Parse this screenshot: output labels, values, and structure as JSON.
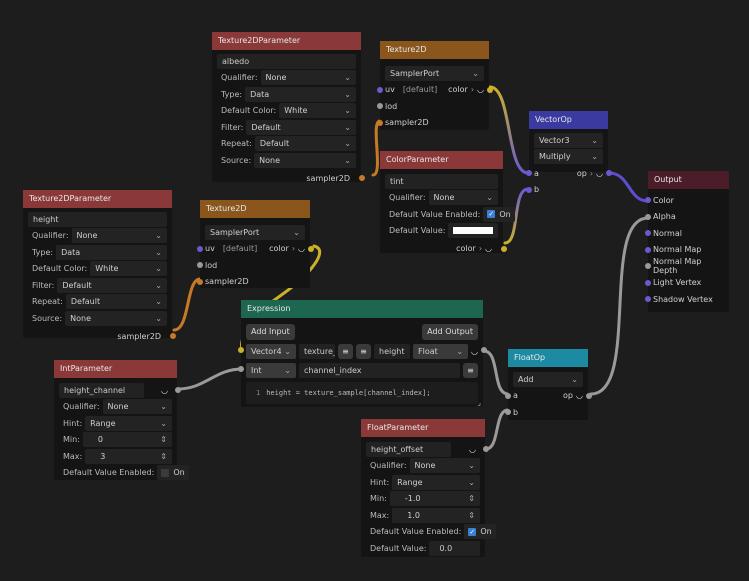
{
  "port_colors": {
    "purple": "#6a5acd",
    "gray": "#9a9a9a",
    "orange": "#c77a26",
    "yellow": "#c9b22a"
  },
  "nodes": {
    "tex_param_a": {
      "title": "Texture2DParameter",
      "color": "#8a3838",
      "name": "albedo",
      "rows": [
        {
          "label": "Qualifier:",
          "value": "None"
        },
        {
          "label": "Type:",
          "value": "Data"
        },
        {
          "label": "Default Color:",
          "value": "White"
        },
        {
          "label": "Filter:",
          "value": "Default"
        },
        {
          "label": "Repeat:",
          "value": "Default"
        },
        {
          "label": "Source:",
          "value": "None"
        }
      ],
      "output": "sampler2D"
    },
    "tex_param_b": {
      "title": "Texture2DParameter",
      "color": "#8a3838",
      "name": "height",
      "rows": [
        {
          "label": "Qualifier:",
          "value": "None"
        },
        {
          "label": "Type:",
          "value": "Data"
        },
        {
          "label": "Default Color:",
          "value": "White"
        },
        {
          "label": "Filter:",
          "value": "Default"
        },
        {
          "label": "Repeat:",
          "value": "Default"
        },
        {
          "label": "Source:",
          "value": "None"
        }
      ],
      "output": "sampler2D"
    },
    "tex_a": {
      "title": "Texture2D",
      "color": "#8a561c",
      "mode": "SamplerPort",
      "uv": "uv",
      "uv_default": "[default]",
      "out": "color",
      "lod": "lod",
      "sampler": "sampler2D"
    },
    "tex_b": {
      "title": "Texture2D",
      "color": "#8a561c",
      "mode": "SamplerPort",
      "uv": "uv",
      "uv_default": "[default]",
      "out": "color",
      "lod": "lod",
      "sampler": "sampler2D"
    },
    "color_param": {
      "title": "ColorParameter",
      "color": "#8a3838",
      "name": "tint",
      "qualifier_label": "Qualifier:",
      "qualifier": "None",
      "dve_label": "Default Value Enabled:",
      "dve_on": "On",
      "dve_checked": true,
      "dv_label": "Default Value:",
      "default_color": "#ffffff",
      "output": "color"
    },
    "vector_op": {
      "title": "VectorOp",
      "color": "#3a3aa0",
      "type": "Vector3",
      "op": "Multiply",
      "a": "a",
      "b": "b",
      "out": "op"
    },
    "float_op": {
      "title": "FloatOp",
      "color": "#1c8aa3",
      "op": "Add",
      "a": "a",
      "b": "b",
      "out": "op"
    },
    "output": {
      "title": "Output",
      "color": "#4a1d29",
      "ports": [
        {
          "label": "Color",
          "color": "purple"
        },
        {
          "label": "Alpha",
          "color": "gray"
        },
        {
          "label": "Normal",
          "color": "purple"
        },
        {
          "label": "Normal Map",
          "color": "purple"
        },
        {
          "label": "Normal Map Depth",
          "color": "gray"
        },
        {
          "label": "Light Vertex",
          "color": "purple"
        },
        {
          "label": "Shadow Vertex",
          "color": "purple"
        }
      ]
    },
    "expression": {
      "title": "Expression",
      "color": "#1d6650",
      "add_input": "Add Input",
      "add_output": "Add Output",
      "in1_type": "Vector4",
      "in1_name": "texture_",
      "out1_name": "height",
      "out1_type": "Float",
      "in2_type": "Int",
      "in2_name": "channel_index",
      "code_line": "1",
      "code": "height = texture_sample[channel_index];"
    },
    "int_param": {
      "title": "IntParameter",
      "color": "#8a3838",
      "name": "height_channel",
      "qualifier_label": "Qualifier:",
      "qualifier": "None",
      "hint_label": "Hint:",
      "hint": "Range",
      "min_label": "Min:",
      "min": "0",
      "max_label": "Max:",
      "max": "3",
      "dve_label": "Default Value Enabled:",
      "dve_on": "On",
      "dve_checked": false
    },
    "float_param": {
      "title": "FloatParameter",
      "color": "#8a3838",
      "name": "height_offset",
      "qualifier_label": "Qualifier:",
      "qualifier": "None",
      "hint_label": "Hint:",
      "hint": "Range",
      "min_label": "Min:",
      "min": "-1.0",
      "max_label": "Max:",
      "max": "1.0",
      "dve_label": "Default Value Enabled:",
      "dve_on": "On",
      "dve_checked": true,
      "dv_label": "Default Value:",
      "default_value": "0.0"
    }
  }
}
